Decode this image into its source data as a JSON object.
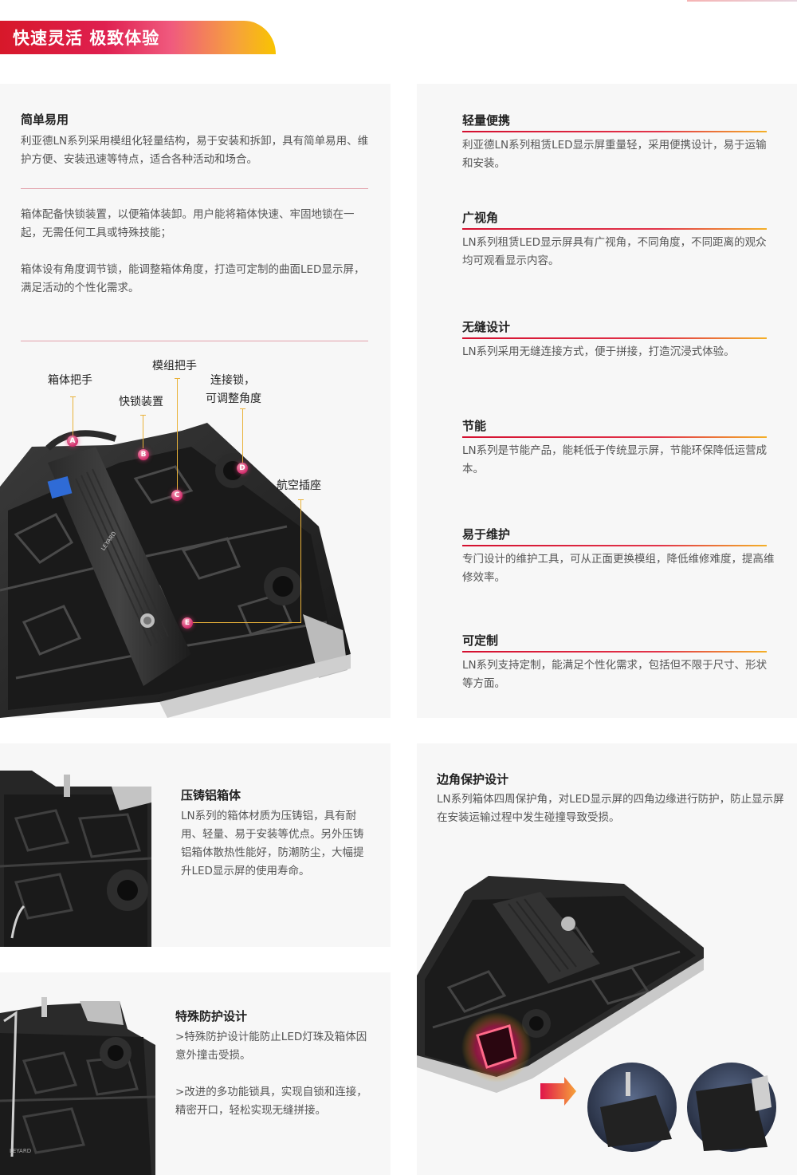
{
  "banner": {
    "title": "快速灵活 极致体验"
  },
  "left_panel": {
    "heading": "简单易用",
    "para1": "利亚德LN系列采用模组化轻量结构，易于安装和拆卸，具有简单易用、维护方便、安装迅速等特点，适合各种活动和场合。",
    "para2": "箱体配备快锁装置，以便箱体装卸。用户能将箱体快速、牢固地锁在一起，无需任何工具或特殊技能；",
    "para3": "箱体设有角度调节锁，能调整箱体角度，打造可定制的曲面LED显示屏，满足活动的个性化需求。",
    "callouts": {
      "box_handle": "箱体把手",
      "module_handle": "模组把手",
      "quick_lock": "快锁装置",
      "connect_lock_1": "连接锁，",
      "connect_lock_2": "可调整角度",
      "aviation_socket": "航空插座"
    },
    "markers": [
      "A",
      "B",
      "C",
      "D",
      "E"
    ],
    "logo_text": "LEYARD"
  },
  "features": [
    {
      "title": "轻量便携",
      "text": "利亚德LN系列租赁LED显示屏重量轻，采用便携设计，易于运输和安装。"
    },
    {
      "title": "广视角",
      "text": "LN系列租赁LED显示屏具有广视角，不同角度，不同距离的观众均可观看显示内容。"
    },
    {
      "title": "无缝设计",
      "text": "LN系列采用无缝连接方式，便于拼接，打造沉浸式体验。"
    },
    {
      "title": "节能",
      "text": "LN系列是节能产品，能耗低于传统显示屏，节能环保降低运营成本。"
    },
    {
      "title": "易于维护",
      "text": "专门设计的维护工具，可从正面更换模组，降低维修难度，提高维修效率。"
    },
    {
      "title": "可定制",
      "text": "LN系列支持定制，能满足个性化需求，包括但不限于尺寸、形状等方面。"
    }
  ],
  "die_cast": {
    "title": "压铸铝箱体",
    "text": "LN系列的箱体材质为压铸铝，具有耐用、轻量、易于安装等优点。另外压铸铝箱体散热性能好，防潮防尘，大幅提升LED显示屏的使用寿命。"
  },
  "special_protection": {
    "title": "特殊防护设计",
    "text1": ">特殊防护设计能防止LED灯珠及箱体因意外撞击受损。",
    "text2": ">改进的多功能锁具，实现自锁和连接，精密开口，轻松实现无缝拼接。",
    "logo_text": "LEYARD"
  },
  "corner_protection": {
    "title": "边角保护设计",
    "text": "LN系列箱体四周保护角，对LED显示屏的四角边缘进行防护，防止显示屏在安装运输过程中发生碰撞导致受损。"
  }
}
